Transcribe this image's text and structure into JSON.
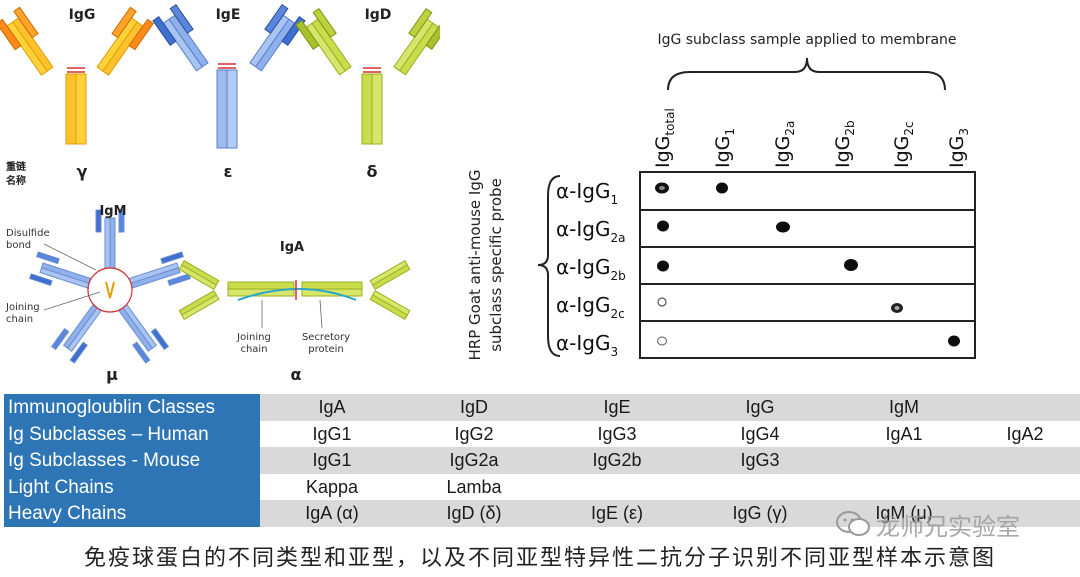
{
  "structures": {
    "igg": {
      "name": "IgG",
      "chain": "γ"
    },
    "ige": {
      "name": "IgE",
      "chain": "ε"
    },
    "igd": {
      "name": "IgD",
      "chain": "δ"
    },
    "igm": {
      "name": "IgM",
      "chain": "μ"
    },
    "iga": {
      "name": "IgA",
      "chain": "α"
    },
    "heavy_chain_name_label": [
      "重链",
      "名称"
    ],
    "disulfide_label": [
      "Disulfide",
      "bond"
    ],
    "joining_chain_label_m": [
      "Joining",
      "chain"
    ],
    "joining_chain_label_a": [
      "Joining",
      "chain"
    ],
    "secretory_label": [
      "Secretory",
      "protein"
    ]
  },
  "blot": {
    "top_title": "IgG subclass sample applied to membrane",
    "columns": [
      {
        "base": "IgG",
        "sub": "total"
      },
      {
        "base": "IgG",
        "sub": "1"
      },
      {
        "base": "IgG",
        "sub": "2a"
      },
      {
        "base": "IgG",
        "sub": "2b"
      },
      {
        "base": "IgG",
        "sub": "2c"
      },
      {
        "base": "IgG",
        "sub": "3"
      }
    ],
    "rows": [
      {
        "base": "α-IgG",
        "sub": "1"
      },
      {
        "base": "α-IgG",
        "sub": "2a"
      },
      {
        "base": "α-IgG",
        "sub": "2b"
      },
      {
        "base": "α-IgG",
        "sub": "2c"
      },
      {
        "base": "α-IgG",
        "sub": "3"
      }
    ],
    "side_label": [
      "HRP Goat anti-mouse IgG",
      "subclass specific probe"
    ]
  },
  "table": {
    "rows": [
      {
        "header": "Immunogloublin Classes",
        "cells": [
          "IgA",
          "IgD",
          "IgE",
          "IgG",
          "IgM",
          ""
        ]
      },
      {
        "header": "Ig Subclasses – Human",
        "cells": [
          "IgG1",
          "IgG2",
          "IgG3",
          "IgG4",
          "IgA1",
          "IgA2"
        ]
      },
      {
        "header": "Ig Subclasses - Mouse",
        "cells": [
          "IgG1",
          "IgG2a",
          "IgG2b",
          "IgG3",
          "",
          ""
        ]
      },
      {
        "header": "Light Chains",
        "cells": [
          "Kappa",
          "Lamba",
          "",
          "",
          "",
          ""
        ]
      },
      {
        "header": "Heavy Chains",
        "cells": [
          "IgA (α)",
          "IgD (δ)",
          "IgE (ε)",
          "IgG (γ)",
          "IgM (μ)",
          ""
        ]
      }
    ]
  },
  "watermark": "龙师兄实验室",
  "caption": "免疫球蛋白的不同类型和亚型，以及不同亚型特异性二抗分子识别不同亚型样本示意图",
  "colors": {
    "igg_light": "#ffd23a",
    "igg_dark": "#ff8a1c",
    "ige_light": "#a9c4f2",
    "ige_dark": "#3f6fd1",
    "igd_light": "#d6e66a",
    "igd_dark": "#a8c02c",
    "header_blue": "#2e75b6",
    "row_shade": "#d9d9d9",
    "hinge": "#d43030"
  }
}
